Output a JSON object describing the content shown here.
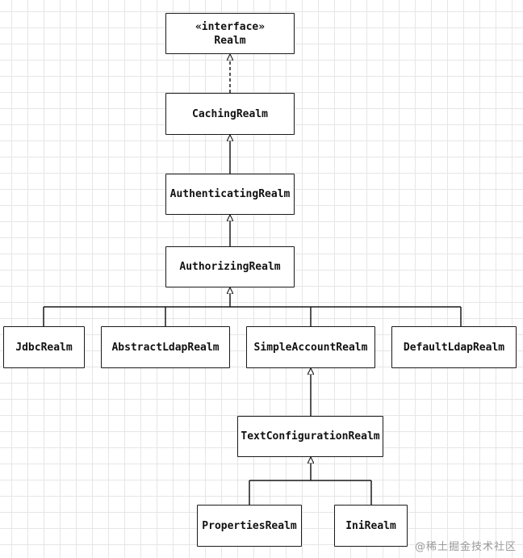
{
  "nodes": {
    "realm": {
      "stereotype": "«interface»",
      "label": "Realm"
    },
    "caching_realm": {
      "label": "CachingRealm"
    },
    "authenticating_realm": {
      "label": "AuthenticatingRealm"
    },
    "authorizing_realm": {
      "label": "AuthorizingRealm"
    },
    "jdbc_realm": {
      "label": "JdbcRealm"
    },
    "abstract_ldap_realm": {
      "label": "AbstractLdapRealm"
    },
    "simple_account_realm": {
      "label": "SimpleAccountRealm"
    },
    "default_ldap_realm": {
      "label": "DefaultLdapRealm"
    },
    "text_configuration_realm": {
      "label": "TextConfigurationRealm"
    },
    "properties_realm": {
      "label": "PropertiesRealm"
    },
    "ini_realm": {
      "label": "IniRealm"
    }
  },
  "relations": [
    {
      "from": "caching_realm",
      "to": "realm",
      "kind": "realization"
    },
    {
      "from": "authenticating_realm",
      "to": "caching_realm",
      "kind": "generalization"
    },
    {
      "from": "authorizing_realm",
      "to": "authenticating_realm",
      "kind": "generalization"
    },
    {
      "from": "jdbc_realm",
      "to": "authorizing_realm",
      "kind": "generalization"
    },
    {
      "from": "abstract_ldap_realm",
      "to": "authorizing_realm",
      "kind": "generalization"
    },
    {
      "from": "simple_account_realm",
      "to": "authorizing_realm",
      "kind": "generalization"
    },
    {
      "from": "default_ldap_realm",
      "to": "authorizing_realm",
      "kind": "generalization"
    },
    {
      "from": "text_configuration_realm",
      "to": "simple_account_realm",
      "kind": "generalization"
    },
    {
      "from": "properties_realm",
      "to": "text_configuration_realm",
      "kind": "generalization"
    },
    {
      "from": "ini_realm",
      "to": "text_configuration_realm",
      "kind": "generalization"
    }
  ],
  "watermark": "@稀土掘金技术社区"
}
